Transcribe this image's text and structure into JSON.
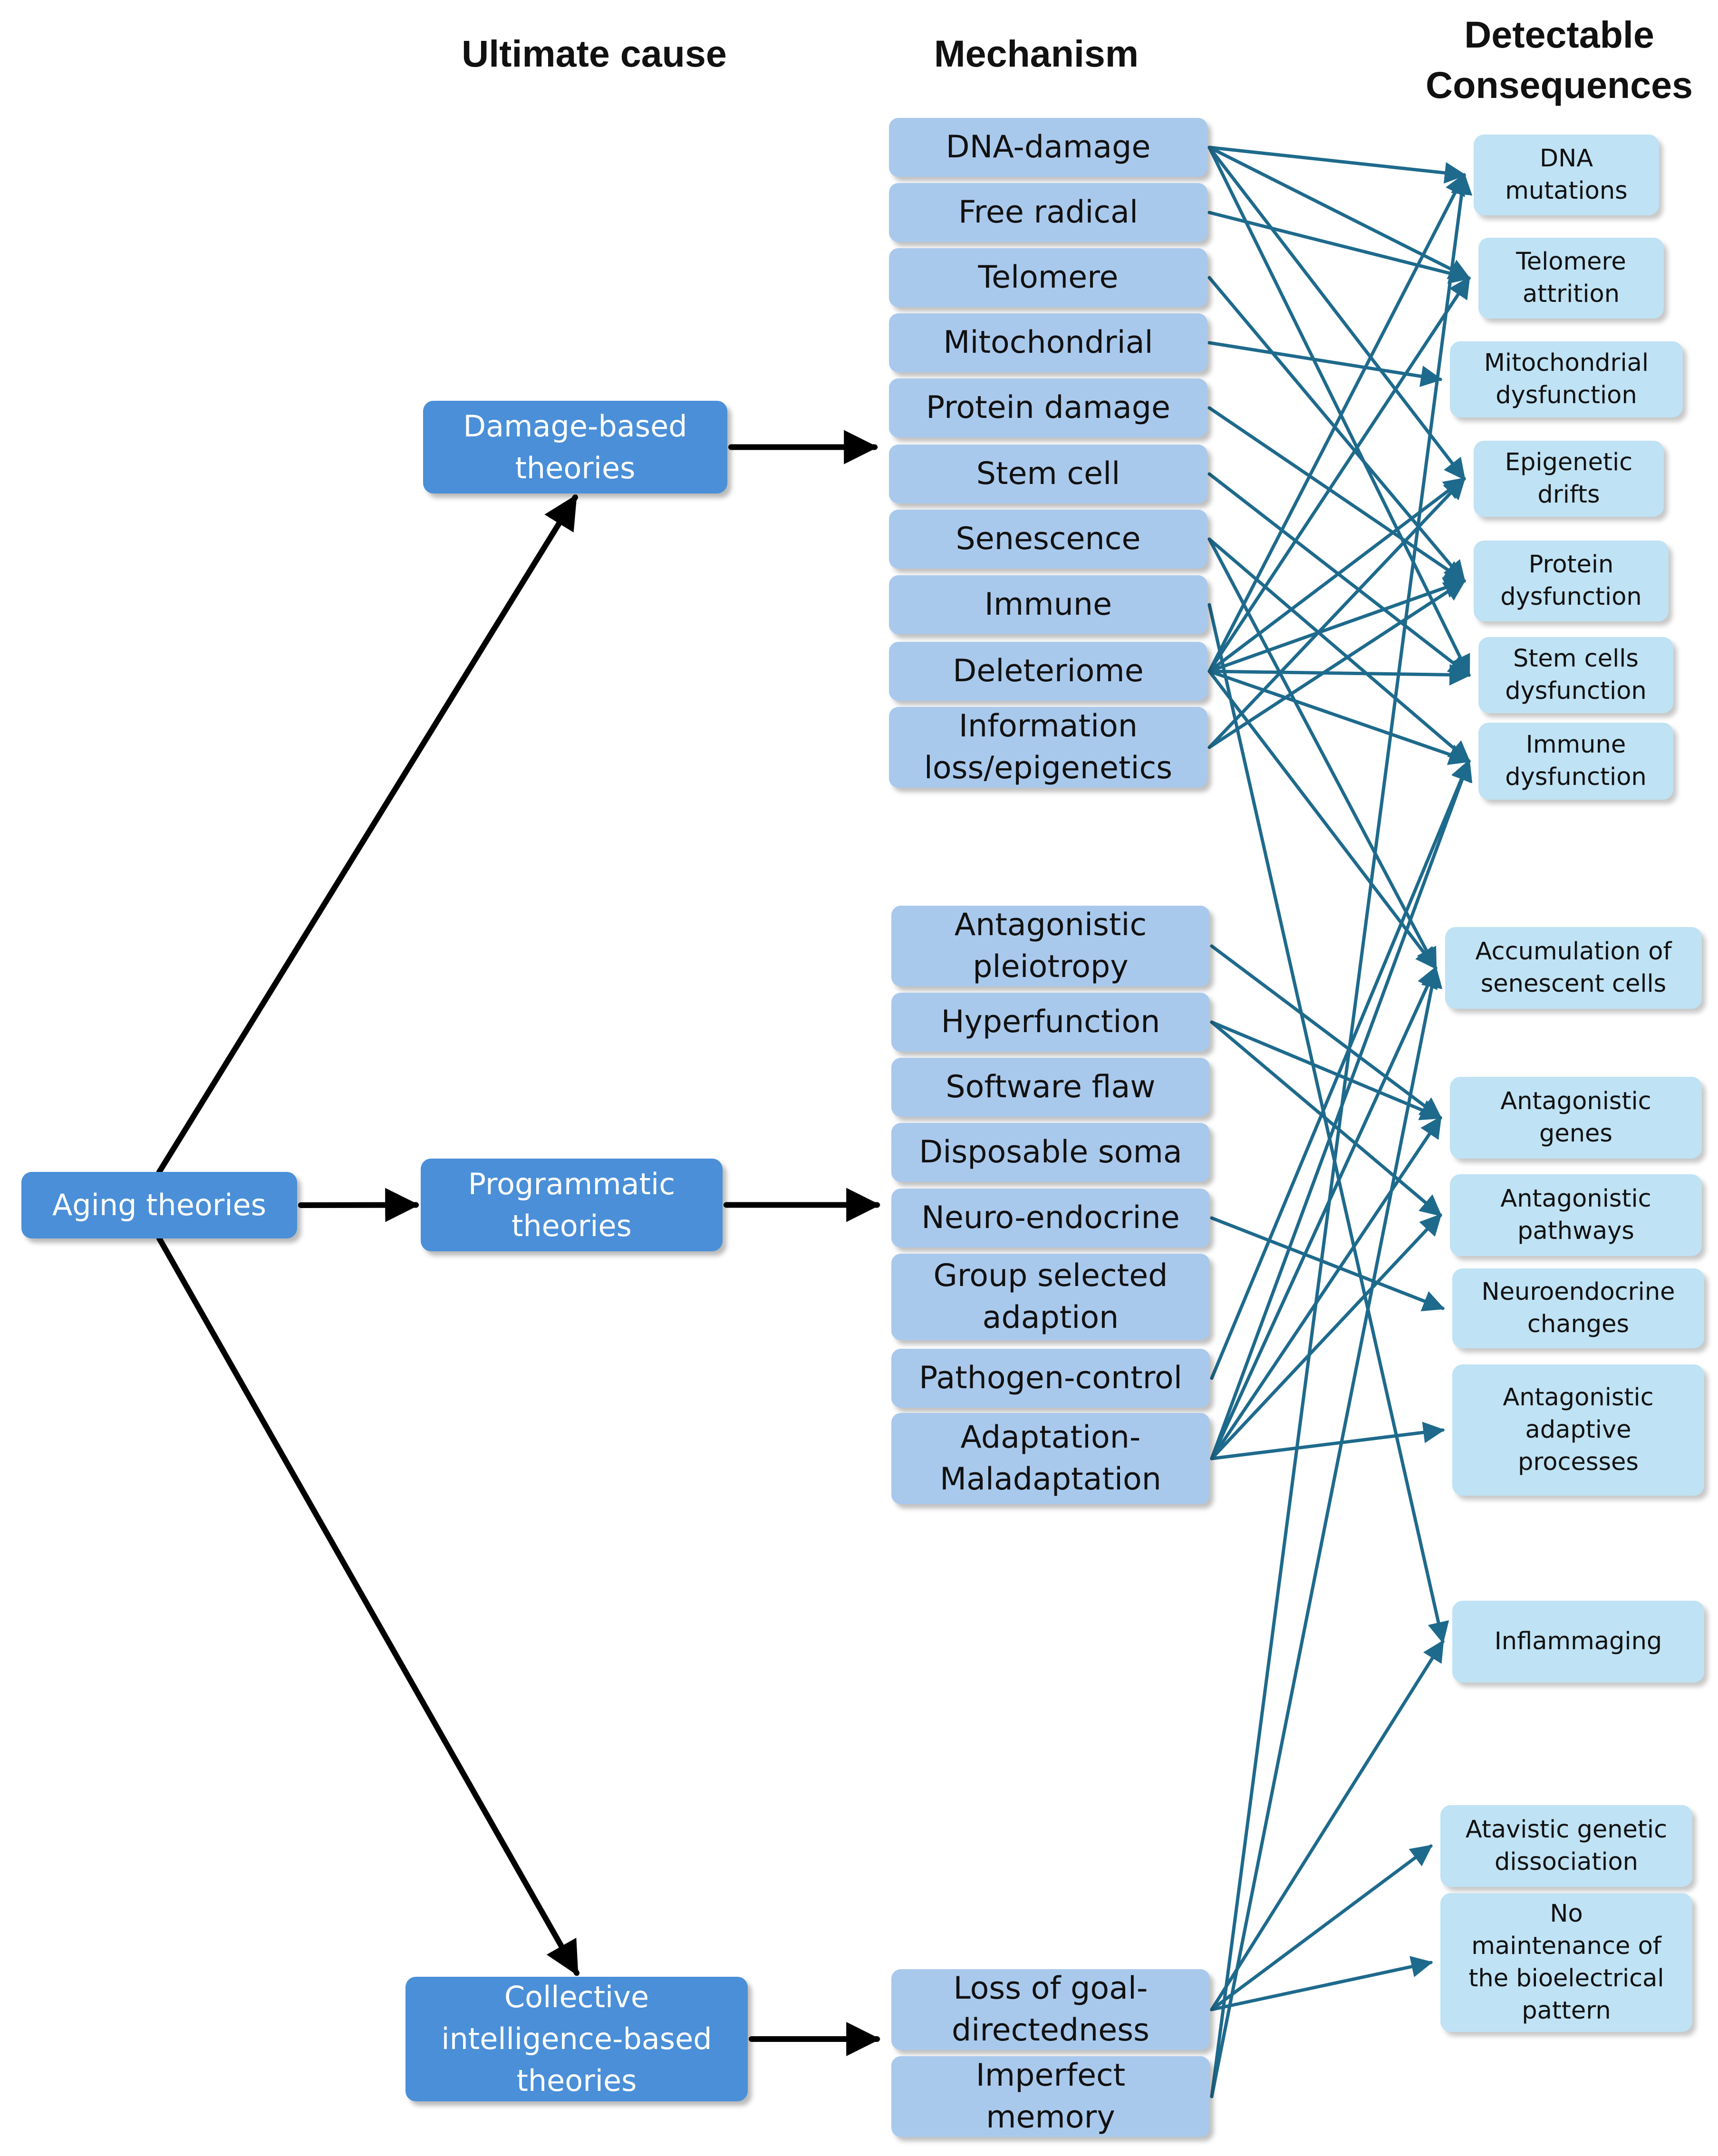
{
  "headers": {
    "ultimate_cause": "Ultimate cause",
    "mechanism": "Mechanism",
    "consequences": "Detectable\nConsequences"
  },
  "theories": {
    "aging": "Aging theories",
    "damage": "Damage-based\ntheories",
    "programmatic": "Programmatic\ntheories",
    "collective": "Collective\nintelligence-based\ntheories"
  },
  "mechanisms": {
    "dna_damage": "DNA-damage",
    "free_radical": "Free radical",
    "telomere": "Telomere",
    "mitochondrial": "Mitochondrial",
    "protein_damage": "Protein damage",
    "stem_cell": "Stem cell",
    "senescence": "Senescence",
    "immune": "Immune",
    "deleteriome": "Deleteriome",
    "info_loss": "Information\nloss/epigenetics",
    "antagonistic_pleiotropy": "Antagonistic\npleiotropy",
    "hyperfunction": "Hyperfunction",
    "software_flaw": "Software flaw",
    "disposable_soma": "Disposable soma",
    "neuro_endocrine": "Neuro-endocrine",
    "group_selected": "Group selected\nadaption",
    "pathogen_control": "Pathogen-control",
    "adaptation": "Adaptation-\nMaladaptation",
    "loss_goal": "Loss of goal-\ndirectedness",
    "imperfect_memory": "Imperfect\nmemory"
  },
  "consequences": {
    "dna_mutations": "DNA\nmutations",
    "telomere_attrition": "Telomere\nattrition",
    "mito_dysfunction": "Mitochondrial\ndysfunction",
    "epigenetic_drifts": "Epigenetic\ndrifts",
    "protein_dysfunction": "Protein\ndysfunction",
    "stem_cells_dysfunction": "Stem cells\ndysfunction",
    "immune_dysfunction": "Immune\ndysfunction",
    "senescent_cells": "Accumulation of\nsenescent cells",
    "antagonistic_genes": "Antagonistic\ngenes",
    "antagonistic_pathways": "Antagonistic\npathways",
    "neuroendocrine_changes": "Neuroendocrine\nchanges",
    "antagonistic_adaptive": "Antagonistic\nadaptive\nprocesses",
    "inflammaging": "Inflammaging",
    "atavistic": "Atavistic genetic\ndissociation",
    "bioelectrical": "No\nmaintenance of\nthe bioelectrical\npattern"
  },
  "colors": {
    "theory_fill": "#4a8fd8",
    "mechanism_fill": "#a9c9ec",
    "consequence_fill": "#bfe2f4",
    "hierarchy_arrow": "#000000",
    "link_arrow": "#1e6a8c"
  },
  "edges": {
    "hierarchy": [
      [
        "aging",
        "damage"
      ],
      [
        "aging",
        "programmatic"
      ],
      [
        "aging",
        "collective"
      ],
      [
        "damage",
        "mechanisms-damage"
      ],
      [
        "programmatic",
        "mechanisms-programmatic"
      ],
      [
        "collective",
        "mechanisms-collective"
      ]
    ],
    "links": [
      [
        "dna_damage",
        "dna_mutations"
      ],
      [
        "dna_damage",
        "telomere_attrition"
      ],
      [
        "dna_damage",
        "epigenetic_drifts"
      ],
      [
        "dna_damage",
        "stem_cells_dysfunction"
      ],
      [
        "free_radical",
        "telomere_attrition"
      ],
      [
        "telomere",
        "protein_dysfunction"
      ],
      [
        "mitochondrial",
        "mito_dysfunction"
      ],
      [
        "protein_damage",
        "protein_dysfunction"
      ],
      [
        "stem_cell",
        "stem_cells_dysfunction"
      ],
      [
        "senescence",
        "immune_dysfunction"
      ],
      [
        "senescence",
        "senescent_cells"
      ],
      [
        "immune",
        "inflammaging"
      ],
      [
        "deleteriome",
        "dna_mutations"
      ],
      [
        "deleteriome",
        "telomere_attrition"
      ],
      [
        "deleteriome",
        "epigenetic_drifts"
      ],
      [
        "deleteriome",
        "protein_dysfunction"
      ],
      [
        "deleteriome",
        "stem_cells_dysfunction"
      ],
      [
        "deleteriome",
        "immune_dysfunction"
      ],
      [
        "deleteriome",
        "senescent_cells"
      ],
      [
        "info_loss",
        "epigenetic_drifts"
      ],
      [
        "info_loss",
        "protein_dysfunction"
      ],
      [
        "antagonistic_pleiotropy",
        "antagonistic_genes"
      ],
      [
        "hyperfunction",
        "antagonistic_genes"
      ],
      [
        "hyperfunction",
        "antagonistic_pathways"
      ],
      [
        "neuro_endocrine",
        "neuroendocrine_changes"
      ],
      [
        "pathogen_control",
        "immune_dysfunction"
      ],
      [
        "adaptation",
        "antagonistic_adaptive"
      ],
      [
        "adaptation",
        "antagonistic_genes"
      ],
      [
        "adaptation",
        "antagonistic_pathways"
      ],
      [
        "adaptation",
        "immune_dysfunction"
      ],
      [
        "adaptation",
        "senescent_cells"
      ],
      [
        "loss_goal",
        "atavistic"
      ],
      [
        "loss_goal",
        "bioelectrical"
      ],
      [
        "loss_goal",
        "inflammaging"
      ],
      [
        "imperfect_memory",
        "dna_mutations"
      ],
      [
        "imperfect_memory",
        "senescent_cells"
      ]
    ]
  }
}
